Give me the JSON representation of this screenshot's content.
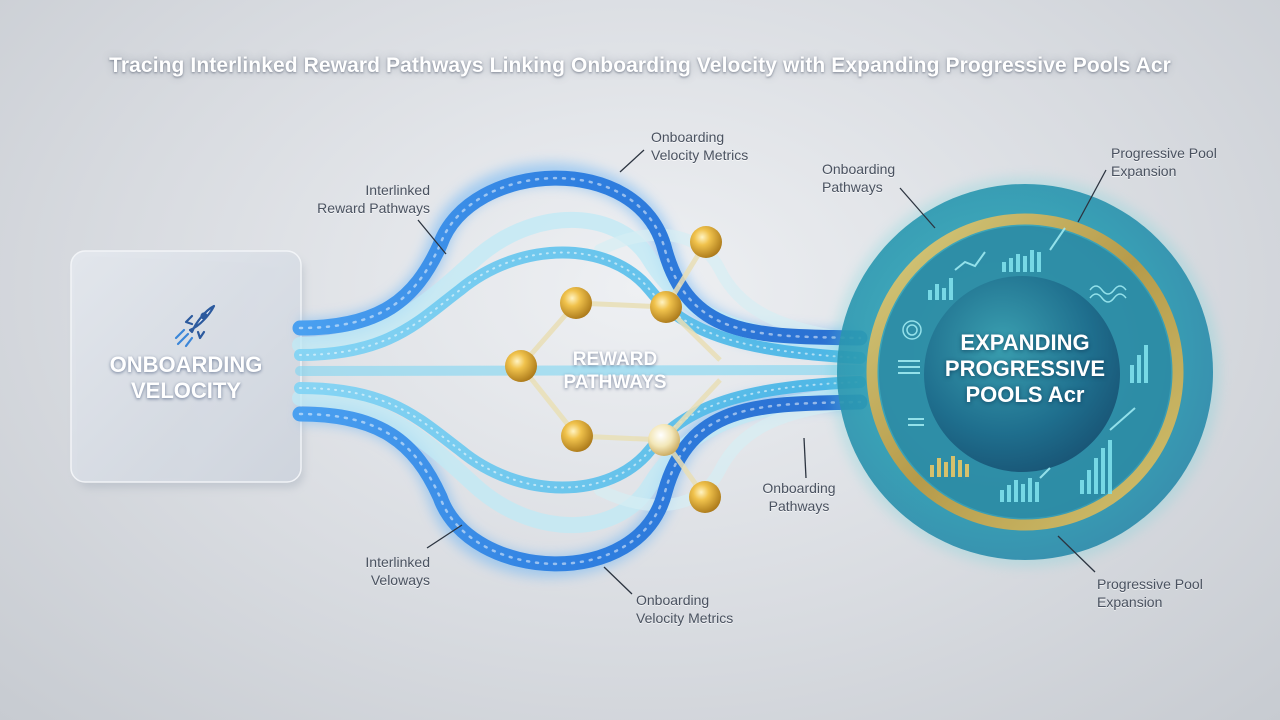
{
  "title": "Tracing Interlinked Reward Pathways Linking Onboarding Velocity with Expanding Progressive Pools Acr",
  "left_box": {
    "icon": "rocket-icon",
    "line1": "ONBOARDING",
    "line2": "VELOCITY"
  },
  "center_node": {
    "line1": "REWARD",
    "line2": "PATHWAYS"
  },
  "pool": {
    "line1": "EXPANDING",
    "line2": "PROGRESSIVE",
    "line3": "POOLS Acr",
    "icons": [
      "bar-chart-icon",
      "line-chart-icon",
      "wave-icon",
      "gauge-icon",
      "list-icon"
    ]
  },
  "callouts": {
    "interlinked_reward": {
      "line1": "Interlinked",
      "line2": "Reward Pathways"
    },
    "velocity_metrics_top": {
      "line1": "Onboarding",
      "line2": "Velocity Metrics"
    },
    "onboarding_pathways_top": {
      "line1": "Onboarding",
      "line2": "Pathways"
    },
    "pool_expansion_top": {
      "line1": "Progressive Pool",
      "line2": "Expansion"
    },
    "onboarding_pathways_mid": {
      "line1": "Onboarding",
      "line2": "Pathways"
    },
    "interlinked_veloways": {
      "line1": "Interlinked",
      "line2": "Veloways"
    },
    "velocity_metrics_bottom": {
      "line1": "Onboarding",
      "line2": "Velocity Metrics"
    },
    "pool_expansion_bottom": {
      "line1": "Progressive Pool",
      "line2": "Expansion"
    }
  },
  "colors": {
    "tube_dark": "#2f7fe0",
    "tube_light": "#5cc4ee",
    "tube_pale": "#a8e4f2",
    "gold": "#e0b03a",
    "pool_teal": "#2aa6b4",
    "pool_ring": "#c9a64a"
  }
}
